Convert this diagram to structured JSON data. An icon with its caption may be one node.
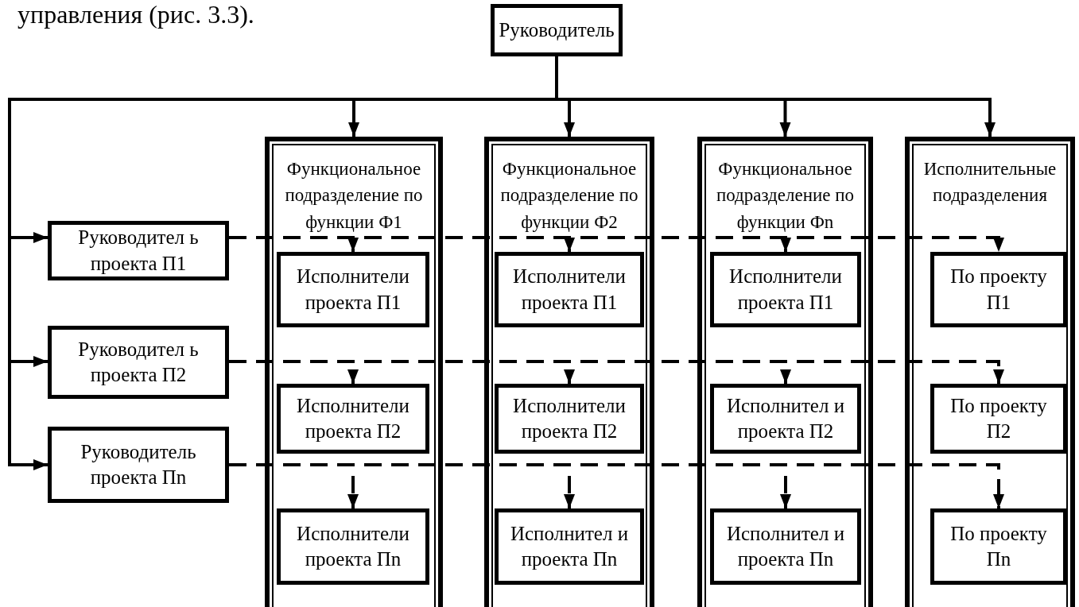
{
  "diagram": {
    "nodes": [
      {
        "text": [
          "Руководитель"
        ]
      },
      {
        "text": [
          "Функциональное подразделение по функции Ф1"
        ]
      },
      {
        "text": [
          "Исполнители проекта П1"
        ],
        "in": 1
      },
      {
        "text": [
          "Исполнители проекта П2"
        ],
        "in": 1
      },
      {
        "text": [
          "Исполнители проекта Пn"
        ],
        "in": 1
      },
      {
        "text": [
          "Функциональное подразделение по функции Ф2"
        ]
      },
      {
        "text": [
          "Исполнители проекта П1"
        ],
        "in": 5
      },
      {
        "text": [
          "Исполнители проекта П2"
        ],
        "in": 5
      },
      {
        "text": [
          "Исполнител и проекта Пn"
        ],
        "in": 5
      },
      {
        "text": [
          "Функциональное подразделение по функции Фn"
        ]
      },
      {
        "text": [
          "Исполнители проекта П1"
        ],
        "in": 9
      },
      {
        "text": [
          "Исполнител и проекта П2"
        ],
        "in": 9
      },
      {
        "text": [
          "Исполнител и проекта Пn"
        ],
        "in": 9
      },
      {
        "text": [
          "Исполнительные подразделения"
        ]
      },
      {
        "text": [
          "По проекту П1"
        ],
        "in": 13
      },
      {
        "text": [
          "По проекту П2"
        ],
        "in": 13
      },
      {
        "text": [
          "По проекту Пn"
        ],
        "in": 13
      },
      {
        "text": [
          "Руководител ь проекта П1"
        ]
      },
      {
        "text": [
          "Руководител ь проекта П2"
        ]
      },
      {
        "text": [
          "Руководитель проекта Пn"
        ]
      }
    ],
    "edges": [
      {
        "from": 0,
        "to": 1,
        "arrow": "to"
      },
      {
        "from": 0,
        "to": 5,
        "arrow": "to"
      },
      {
        "from": 0,
        "to": 9,
        "arrow": "to"
      },
      {
        "from": 0,
        "to": 13,
        "arrow": "to"
      },
      {
        "from": 0,
        "to": 17,
        "arrow": "to"
      },
      {
        "from": 0,
        "to": 18,
        "arrow": "to"
      },
      {
        "from": 0,
        "to": 19,
        "arrow": "to"
      },
      {
        "from": 17,
        "to": 2,
        "arrow": "to",
        "style": "dashed"
      },
      {
        "from": 17,
        "to": 6,
        "arrow": "to",
        "style": "dashed"
      },
      {
        "from": 17,
        "to": 10,
        "arrow": "to",
        "style": "dashed"
      },
      {
        "from": 17,
        "to": 14,
        "arrow": "to",
        "style": "dashed"
      },
      {
        "from": 18,
        "to": 3,
        "arrow": "to",
        "style": "dashed"
      },
      {
        "from": 18,
        "to": 7,
        "arrow": "to",
        "style": "dashed"
      },
      {
        "from": 18,
        "to": 11,
        "arrow": "to",
        "style": "dashed"
      },
      {
        "from": 18,
        "to": 15,
        "arrow": "to",
        "style": "dashed"
      },
      {
        "from": 19,
        "to": 4,
        "arrow": "to",
        "style": "dashed"
      },
      {
        "from": 19,
        "to": 8,
        "arrow": "to",
        "style": "dashed"
      },
      {
        "from": 19,
        "to": 12,
        "arrow": "to",
        "style": "dashed"
      },
      {
        "from": 19,
        "to": 16,
        "arrow": "to",
        "style": "dashed"
      }
    ],
    "labels": [
      "управления (рис. 3.3)."
    ]
  }
}
